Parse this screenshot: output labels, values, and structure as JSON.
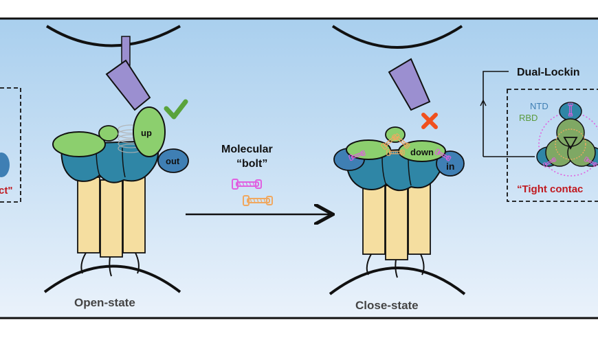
{
  "labels": {
    "left_partial_text": "ct\"",
    "up": "up",
    "out": "out",
    "molecular": "Molecular",
    "bolt": "“bolt”",
    "down": "down",
    "in": "in",
    "dual_locking": "Dual-Lockin",
    "ntd": "NTD",
    "rbd": "RBD",
    "tight_contact": "“Tight contac",
    "open_state": "Open-state",
    "close_state": "Close-state"
  },
  "colors": {
    "background_top": "#a9cfee",
    "background_bottom": "#e6f0fb",
    "teal": "#2f86a6",
    "ntd_blue": "#3f7fb4",
    "rbd_green": "#8ccf6e",
    "stalk_yellow": "#f5dea0",
    "antibody_purple": "#9b8fd0",
    "check_green": "#5aa33c",
    "cross_orange": "#f0501e",
    "bolt_magenta": "#e060e0",
    "bolt_orange": "#f0a860",
    "text_red": "#c0191f",
    "text_dark": "#111111",
    "state_label": "#444444",
    "ntd_label": "#3f7fb4",
    "rbd_label": "#5a9a3c"
  },
  "icons": [
    "check-icon",
    "cross-icon",
    "molecular-bolt-icon",
    "arrow-right-icon"
  ]
}
